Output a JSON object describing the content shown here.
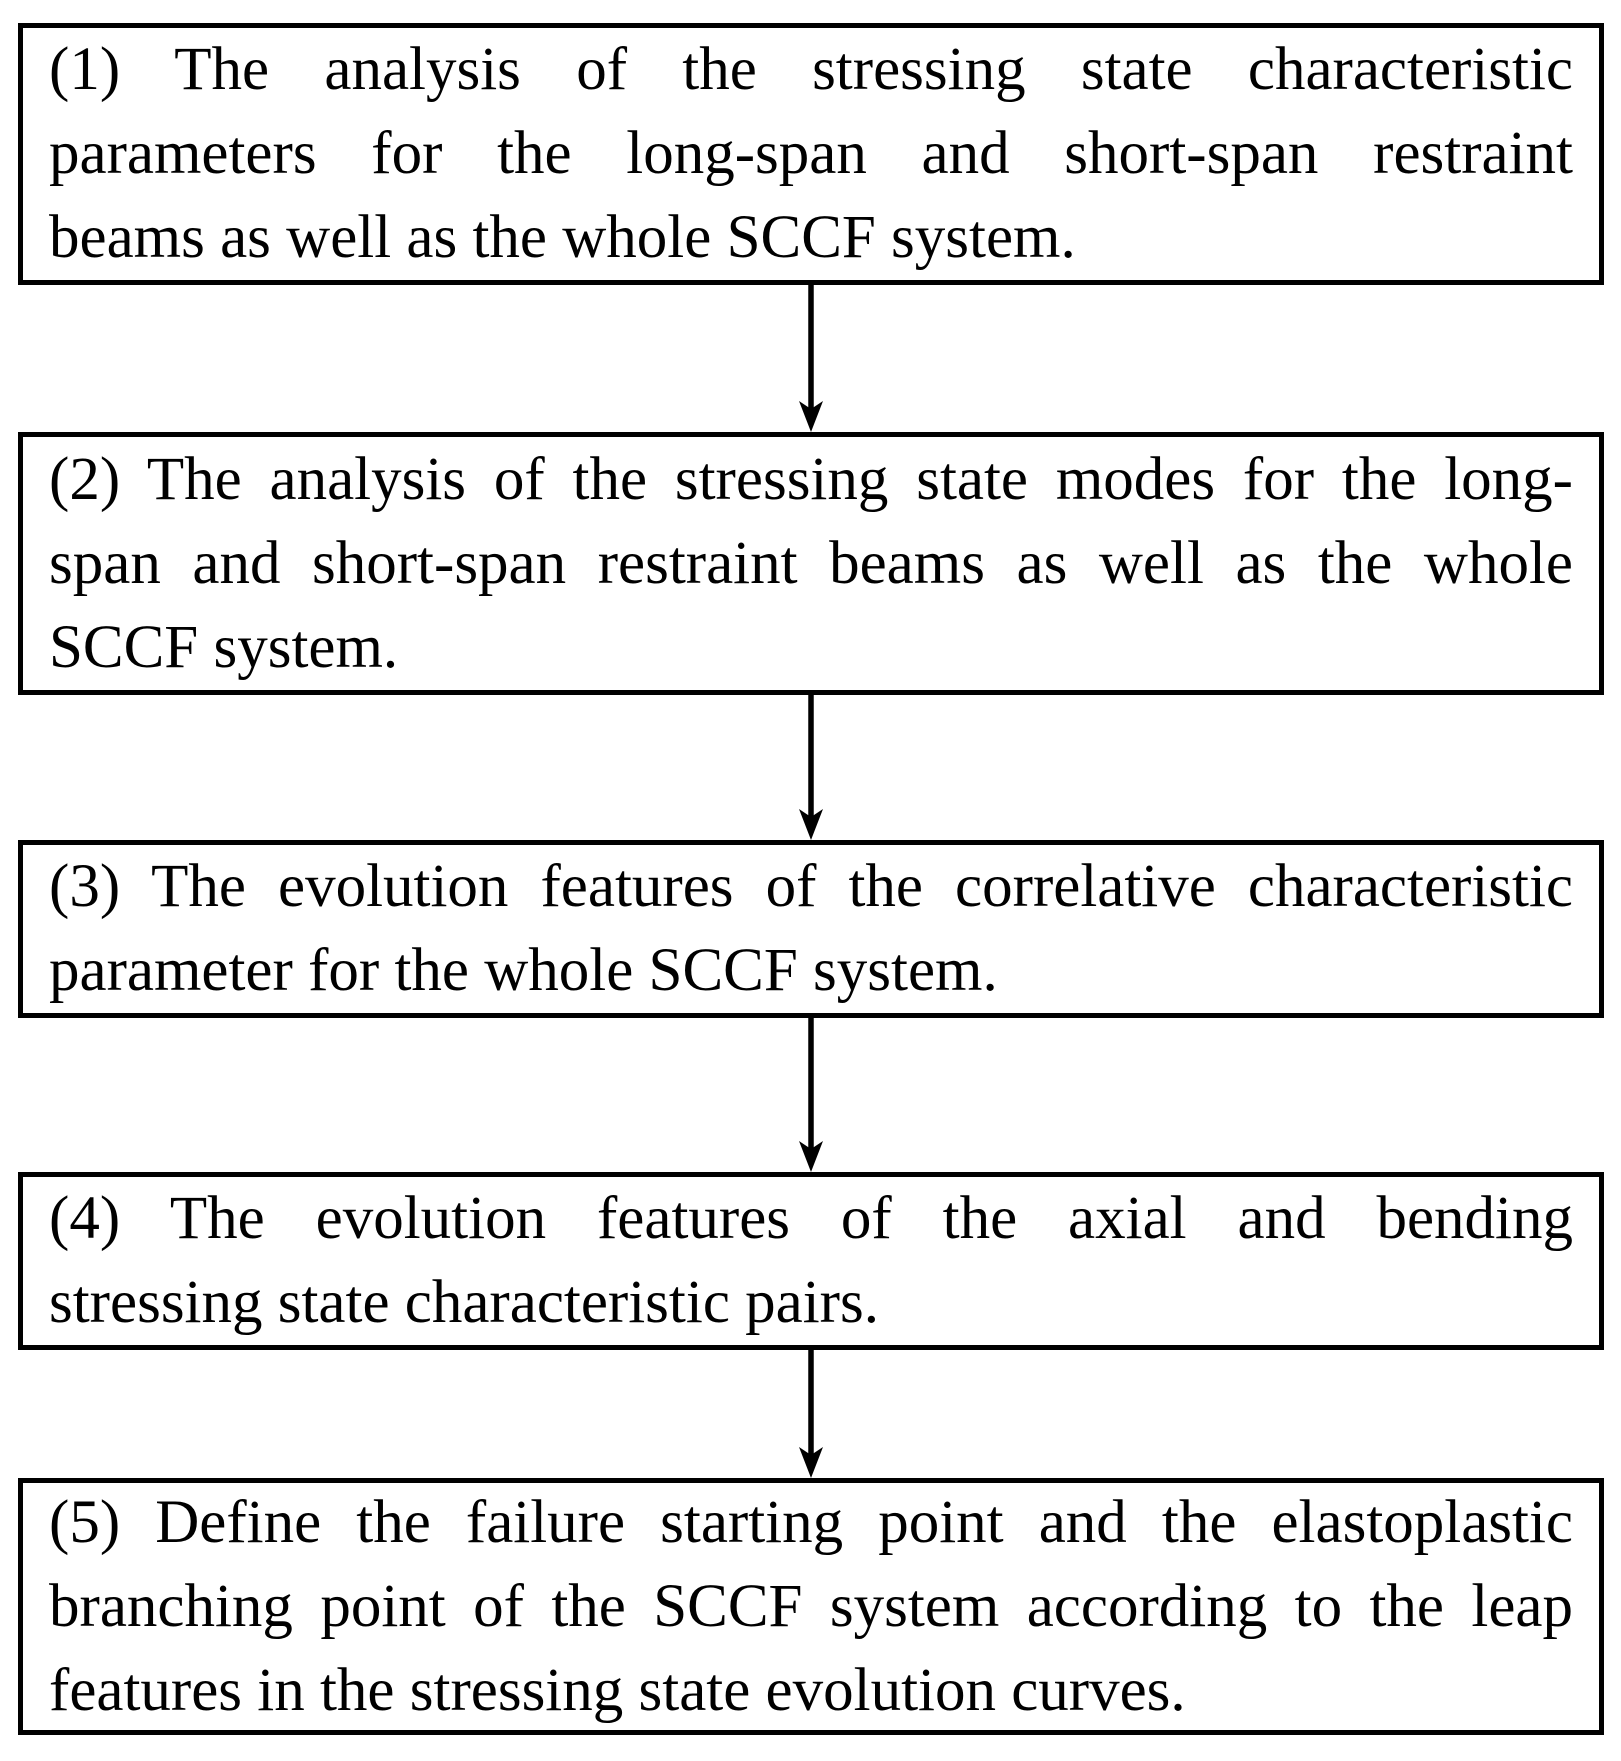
{
  "diagram": {
    "type": "flowchart",
    "direction": "top-down",
    "colors": {
      "background": "#ffffff",
      "box_border": "#000000",
      "text": "#000000",
      "arrow": "#000000"
    },
    "steps": [
      {
        "number": "(1)",
        "text": "(1) The analysis of the stressing state characteristic parameters for the long-span and short-span restraint beams as well as the whole SCCF system.",
        "lines": [
          "(1) The analysis of the stressing state characteristic",
          "parameters for the long-span and short-span restraint",
          "beams as well as the whole SCCF system."
        ]
      },
      {
        "number": "(2)",
        "text": "(2) The analysis of the stressing state modes for the long-span and short-span restraint beams as well as the whole SCCF system.",
        "lines": [
          "(2) The analysis of the stressing state modes for the long-",
          "span and short-span restraint beams as well as the whole",
          "SCCF system."
        ]
      },
      {
        "number": "(3)",
        "text": "(3) The evolution features of the correlative characteristic parameter for the whole SCCF system.",
        "lines": [
          "(3) The evolution features of the correlative characteristic",
          "parameter for the whole SCCF system."
        ]
      },
      {
        "number": "(4)",
        "text": "(4) The evolution features of the axial and bending stressing state characteristic pairs.",
        "lines": [
          "(4) The evolution features of the axial and bending",
          "stressing state characteristic pairs."
        ]
      },
      {
        "number": "(5)",
        "text": "(5) Define the failure starting point and the elastoplastic branching point of the SCCF system according to the leap features in the stressing state evolution curves.",
        "lines": [
          "(5) Define the failure starting point and the elastoplastic",
          "branching point of the SCCF system according to the leap",
          "features in the stressing state evolution curves."
        ]
      }
    ],
    "connections": [
      {
        "from": 1,
        "to": 2
      },
      {
        "from": 2,
        "to": 3
      },
      {
        "from": 3,
        "to": 4
      },
      {
        "from": 4,
        "to": 5
      }
    ]
  }
}
